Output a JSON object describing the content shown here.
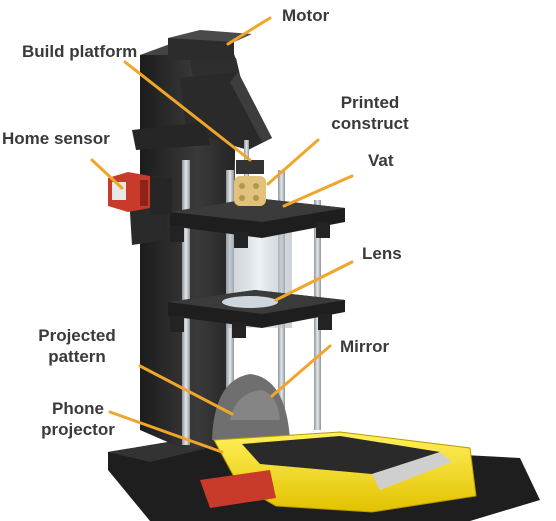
{
  "figure": {
    "labels": {
      "motor": "Motor",
      "build_platform": "Build platform",
      "home_sensor": "Home sensor",
      "printed_construct_line1": "Printed",
      "printed_construct_line2": "construct",
      "vat": "Vat",
      "lens": "Lens",
      "mirror": "Mirror",
      "projected_pattern_line1": "Projected",
      "projected_pattern_line2": "pattern",
      "phone_projector_line1": "Phone",
      "phone_projector_line2": "projector"
    },
    "colors": {
      "leader_line": "#f0a62a",
      "frame": "#2b2b2b",
      "rod": "#b8bec4",
      "phone_housing": "#f4dc12",
      "sensor": "#c83a2a",
      "construct": "#e0c27a"
    }
  }
}
